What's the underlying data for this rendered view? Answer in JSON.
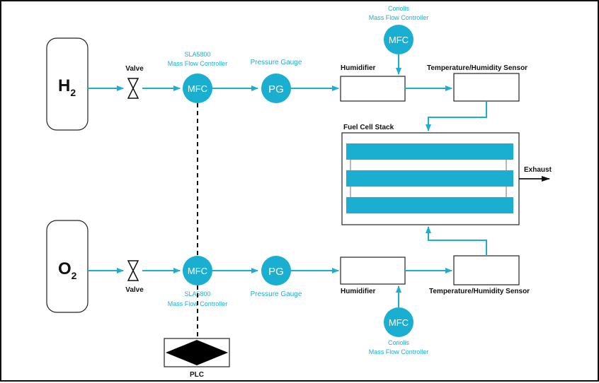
{
  "colors": {
    "accent": "#1aafd0",
    "line": "#1aafd0",
    "text_dark": "#111111",
    "box_border": "#222222"
  },
  "sources": {
    "h2": "H",
    "h2_sub": "2",
    "o2": "O",
    "o2_sub": "2"
  },
  "valve_label": "Valve",
  "sla_mfc": {
    "line1": "SLA5800",
    "line2": "Mass Flow Controller",
    "symbol": "MFC"
  },
  "pressure_gauge": {
    "label": "Pressure Gauge",
    "symbol": "PG"
  },
  "humidifier_label": "Humidifier",
  "coriolis_mfc": {
    "line1": "Coriolis",
    "line2": "Mass Flow Controller",
    "symbol": "MFC"
  },
  "sensor_label": "Temperature/Humidity Sensor",
  "stack_label": "Fuel Cell Stack",
  "exhaust_label": "Exhaust",
  "plc_label": "PLC"
}
